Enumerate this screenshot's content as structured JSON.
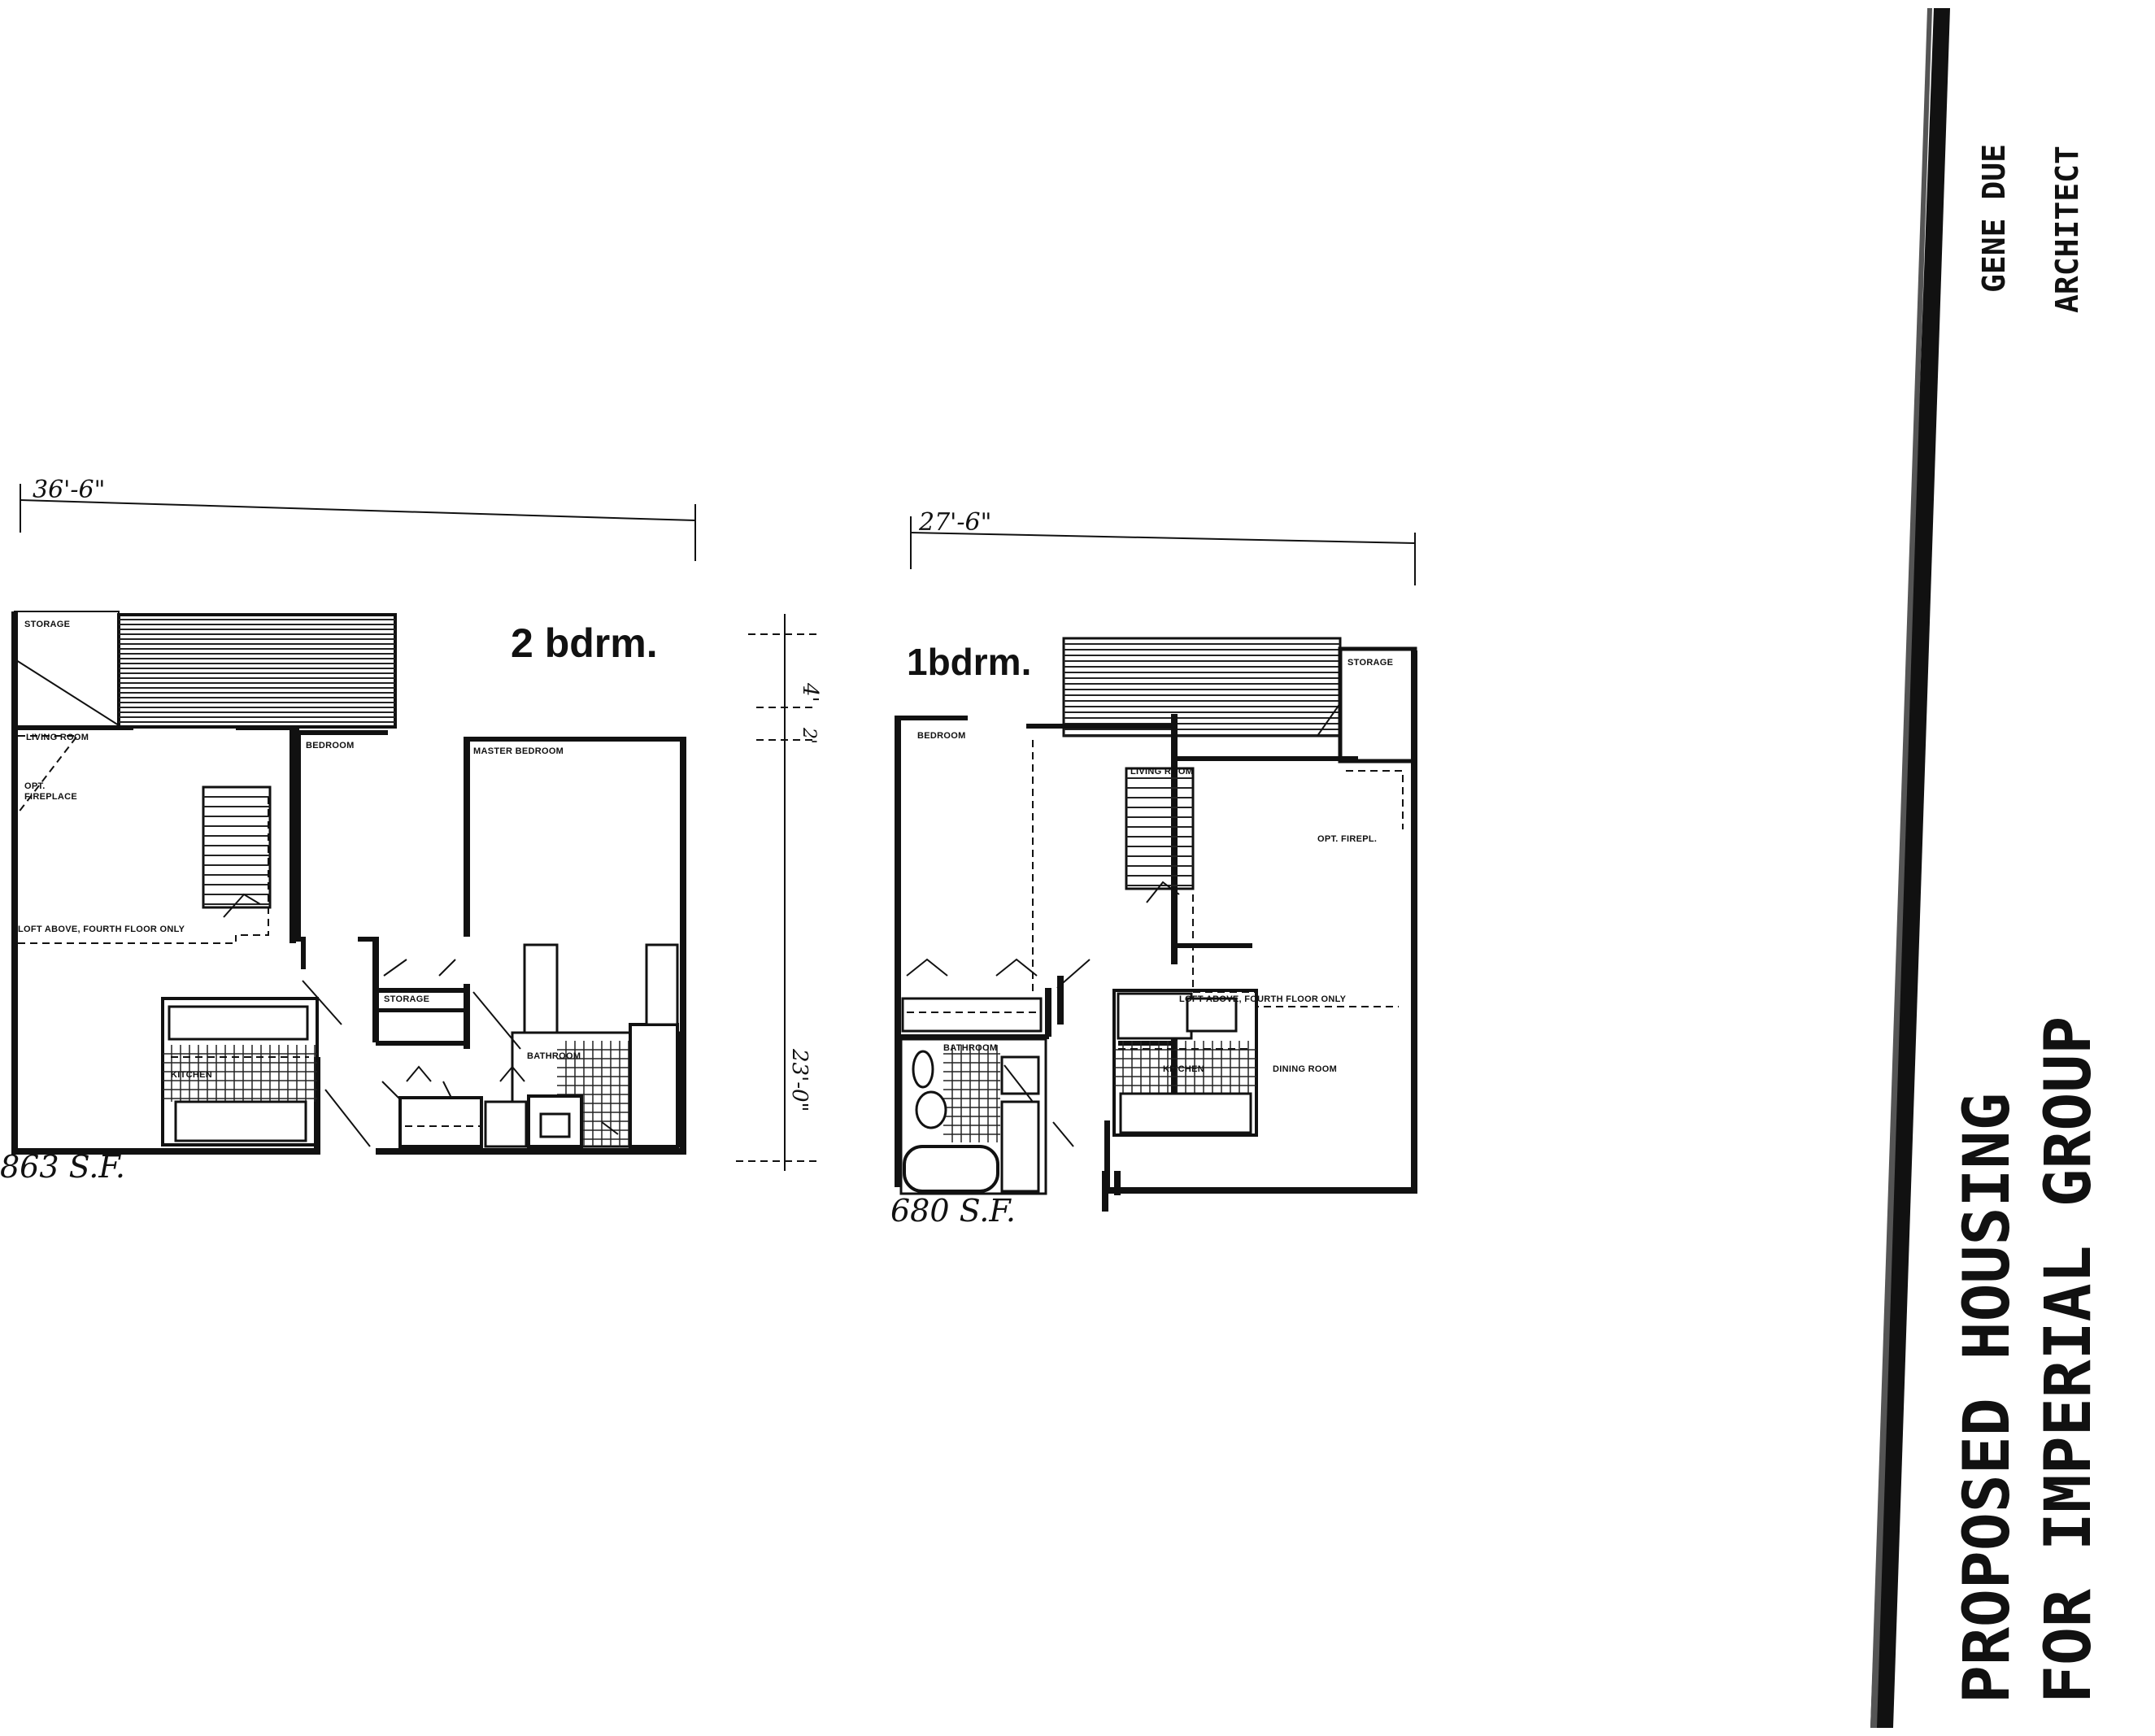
{
  "plan_2br": {
    "dimension_width": "36'-6\"",
    "unit_type": "2 bdrm.",
    "area": "863 S.F.",
    "rooms": {
      "storage": "STORAGE",
      "living_room": "LIVING ROOM",
      "opt_fireplace_1": "OPT.",
      "opt_fireplace_2": "FIREPLACE",
      "bedroom": "BEDROOM",
      "master_bedroom": "MASTER BEDROOM",
      "loft": "LOFT ABOVE, FOURTH FLOOR ONLY",
      "closet_storage": "STORAGE",
      "kitchen": "KITCHEN",
      "bathroom": "BATHROOM"
    }
  },
  "plan_1br": {
    "dimension_width": "27'-6\"",
    "unit_type": "1bdrm.",
    "area": "680 S.F.",
    "rooms": {
      "bedroom": "BEDROOM",
      "storage": "STORAGE",
      "living_room": "LIVING ROOM",
      "opt_fireplace": "OPT. FIREPL.",
      "loft": "LOFT ABOVE, FOURTH FLOOR ONLY",
      "bathroom": "BATHROOM",
      "kitchen": "KITCHEN",
      "dining_room": "DINING ROOM"
    }
  },
  "vertical_dimensions": {
    "balcony": "4'",
    "offset": "2'",
    "depth": "23'-0\""
  },
  "title_block": {
    "line1": "PROPOSED HOUSING",
    "line2": "FOR IMPERIAL GROUP",
    "architect_name": "GENE DUE",
    "architect_title": "ARCHITECT"
  }
}
